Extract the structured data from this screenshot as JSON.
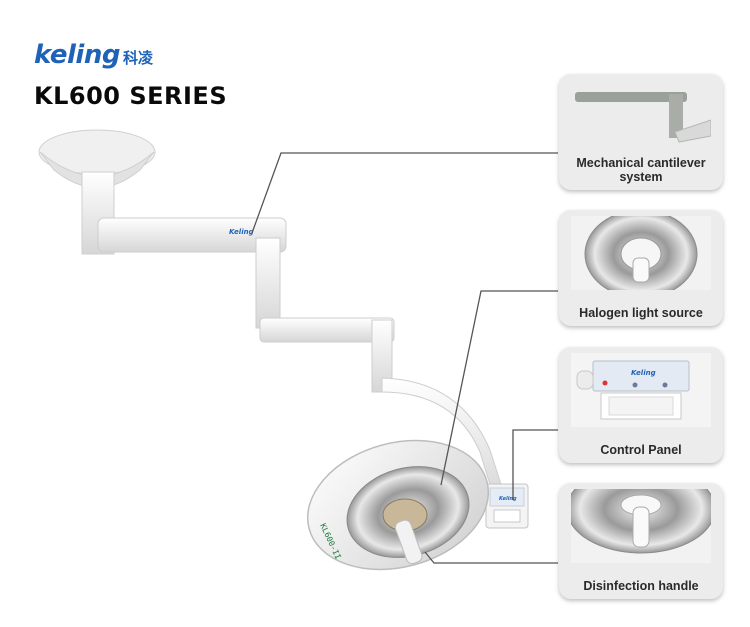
{
  "brand": {
    "name": "keling",
    "chinese": "科凌"
  },
  "title": "KL600 SERIES",
  "callouts": [
    {
      "label": "Mechanical cantilever system"
    },
    {
      "label": "Halogen light source"
    },
    {
      "label": "Control Panel"
    },
    {
      "label": "Disinfection handle"
    }
  ],
  "product": {
    "arm_brand": "Keling",
    "lamp_model": "KL600-II",
    "panel_brand": "Keling"
  },
  "colors": {
    "brand_blue": "#1f63b8",
    "leader_line": "#555555",
    "card_bg": "#ececec"
  }
}
